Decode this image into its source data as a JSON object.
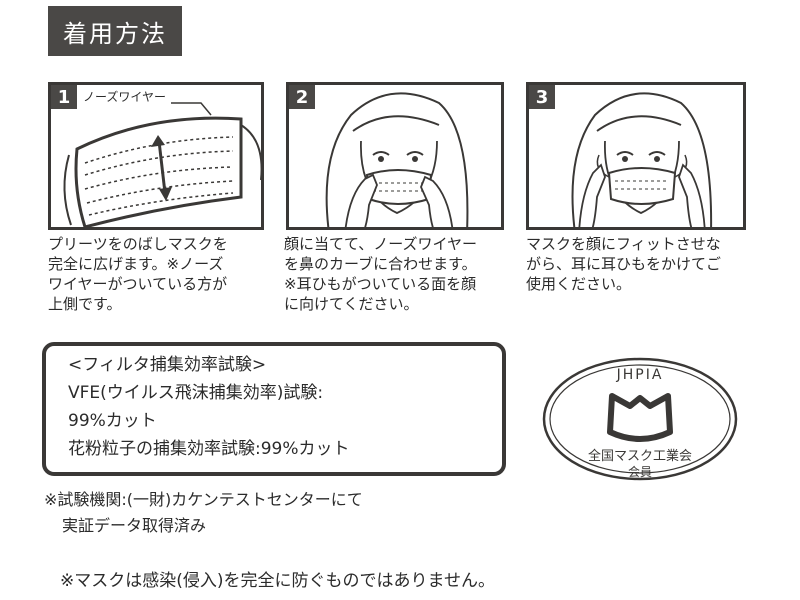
{
  "header": {
    "title": "着用方法"
  },
  "steps": [
    {
      "number": "1",
      "label": "ノーズワイヤー",
      "description": "プリーツをのばしマスクを\n完全に広げます。※ノーズ\nワイヤーがついている方が\n上側です。"
    },
    {
      "number": "2",
      "description": "顔に当てて、ノーズワイヤー\nを鼻のカーブに合わせます。\n※耳ひもがついている面を顔\nに向けてください。"
    },
    {
      "number": "3",
      "description": "マスクを顔にフィットさせな\nがら、耳に耳ひもをかけてご\n使用ください。"
    }
  ],
  "filter": {
    "heading": "<フィルタ捕集効率試験>",
    "line1": "VFE(ウイルス飛沫捕集効率)試験:",
    "line2": "99%カット",
    "line3": "花粉粒子の捕集効率試験:99%カット"
  },
  "notes": {
    "institution_line1": "※試験機関:(一財)カケンテストセンターにて",
    "institution_line2": "実証データ取得済み",
    "disclaimer": "※マスクは感染(侵入)を完全に防ぐものではありません。"
  },
  "emblem": {
    "top_text": "JHPIA",
    "middle_text": "全国マスク工業会",
    "bottom_text": "会員"
  },
  "colors": {
    "dark": "#3a3836",
    "header_bg": "#4a4846",
    "text": "#2b2b2b"
  }
}
